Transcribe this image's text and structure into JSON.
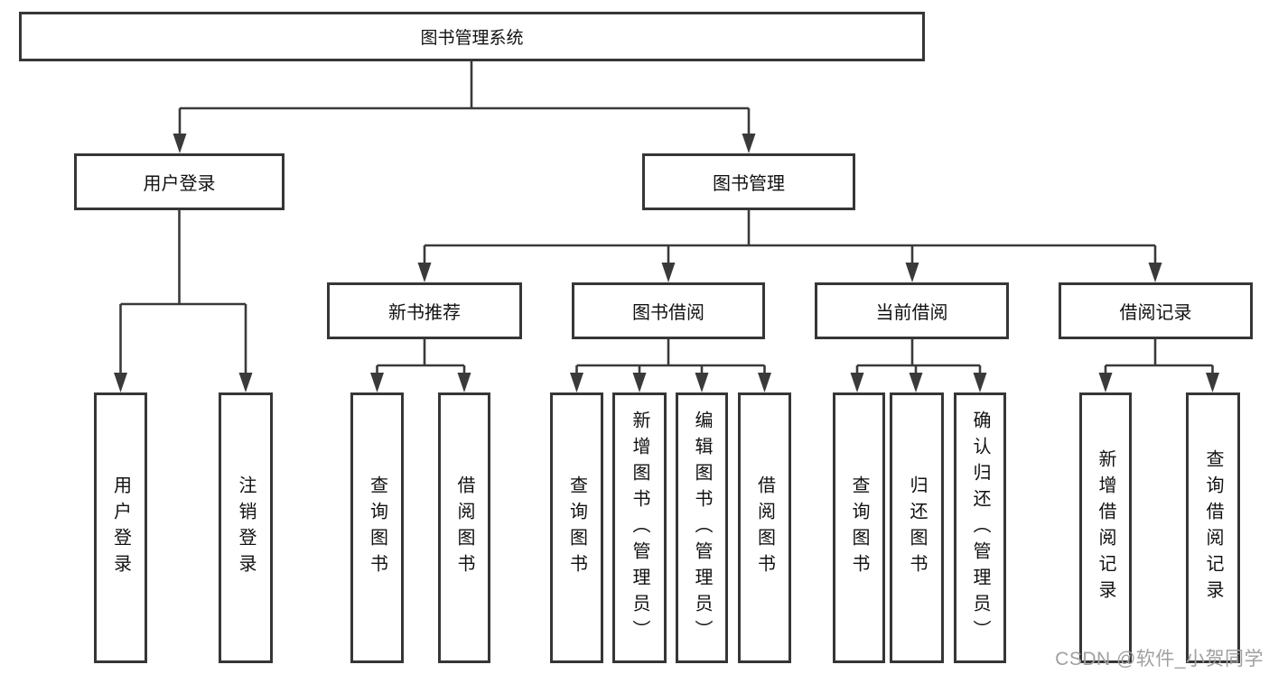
{
  "nodes": {
    "root": "图书管理系统",
    "branches": [
      {
        "label": "用户登录",
        "children": [
          "用户登录",
          "注销登录"
        ]
      },
      {
        "label": "图书管理",
        "modules": [
          {
            "label": "新书推荐",
            "children": [
              "查询图书",
              "借阅图书"
            ]
          },
          {
            "label": "图书借阅",
            "children": [
              "查询图书",
              "新增图书（管理员）",
              "编辑图书（管理员）",
              "借阅图书"
            ]
          },
          {
            "label": "当前借阅",
            "children": [
              "查询图书",
              "归还图书",
              "确认归还（管理员）"
            ]
          },
          {
            "label": "借阅记录",
            "children": [
              "新增借阅记录",
              "查询借阅记录"
            ]
          }
        ]
      }
    ]
  },
  "watermark": {
    "text": "CSDN @软件_小贺同学"
  },
  "colors": {
    "border": "#363636",
    "line": "#3a3a3a",
    "text": "#111111",
    "watermark": "#a0a0a0",
    "background": "#ffffff"
  }
}
